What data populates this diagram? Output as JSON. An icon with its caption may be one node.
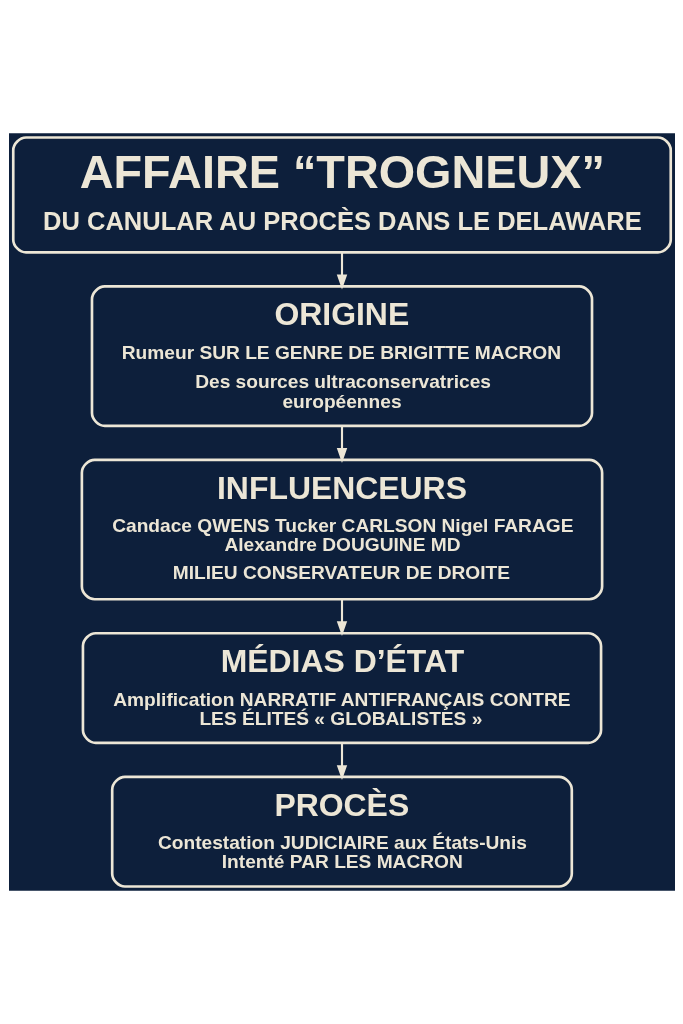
{
  "diagram": {
    "nodes": [
      {
        "text": [
          "AFFAIRE “TROGNEUX”",
          "DU CANULAR AU PROCÈS DANS LE DELAWARE"
        ]
      },
      {
        "text": [
          "ORIGINE",
          "Rumeur SUR LE GENRE DE BRIGITTE MACRON",
          "Des sources ultraconservatrices européennes"
        ]
      },
      {
        "text": [
          "INFLUENCEURS",
          "Candace QWENS Tucker CARLSON Nigel FARAGE Alexandre DOUGUINE MD",
          "MILIEU CONSERVATEUR DE DROITE"
        ]
      },
      {
        "text": [
          "MÉDIAS D’ÉTAT",
          "Amplification NARRATIF ANTIFRANÇAIS CONTRE LES ÉLITEŚ « GLOBALISTES »"
        ]
      },
      {
        "text": [
          "PROCÈS",
          "Contestation JUDICIAIRE aux États-Unis Intenté PAR LES MACRON"
        ]
      }
    ],
    "edges": [
      {
        "from": 0,
        "to": 1,
        "arrow": "to"
      },
      {
        "from": 1,
        "to": 2,
        "arrow": "to"
      },
      {
        "from": 2,
        "to": 3,
        "arrow": "to"
      },
      {
        "from": 3,
        "to": 4,
        "arrow": "to"
      }
    ]
  }
}
